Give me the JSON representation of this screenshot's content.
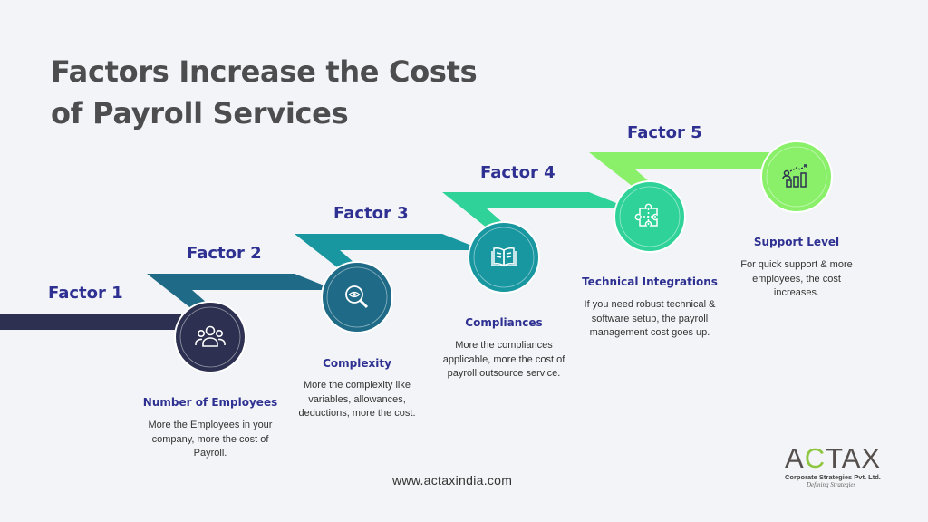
{
  "title": {
    "line1": "Factors Increase the Costs",
    "line2": "of Payroll Services"
  },
  "steps": [
    {
      "factor": "Factor 1",
      "title": "Number of Employees",
      "description": "More the Employees in your company, more the cost of Payroll.",
      "icon": "people-icon",
      "color": "#2d3051"
    },
    {
      "factor": "Factor 2",
      "title": "Complexity",
      "description": "More the complexity like variables, allowances, deductions, more the cost.",
      "icon": "magnifier-eye-icon",
      "color": "#1f6b87"
    },
    {
      "factor": "Factor 3",
      "title": "Compliances",
      "description": "More  the compliances applicable, more the cost of payroll outsource service.",
      "icon": "book-icon",
      "color": "#1997a1"
    },
    {
      "factor": "Factor 4",
      "title": "Technical Integrations",
      "description": "If you need robust technical & software setup, the payroll management cost goes up.",
      "icon": "puzzle-icon",
      "color": "#2fd39a"
    },
    {
      "factor": "Factor 5",
      "title": "Support Level",
      "description": "For quick support & more employees, the cost increases.",
      "icon": "support-chart-icon",
      "color": "#8af06a"
    }
  ],
  "footer": {
    "website": "www.actaxindia.com"
  },
  "logo": {
    "brand_prefix": "A",
    "brand_accent": "C",
    "brand_suffix": "TAX",
    "subtitle": "Corporate Strategies Pvt. Ltd.",
    "tagline": "Defining Strategies"
  }
}
